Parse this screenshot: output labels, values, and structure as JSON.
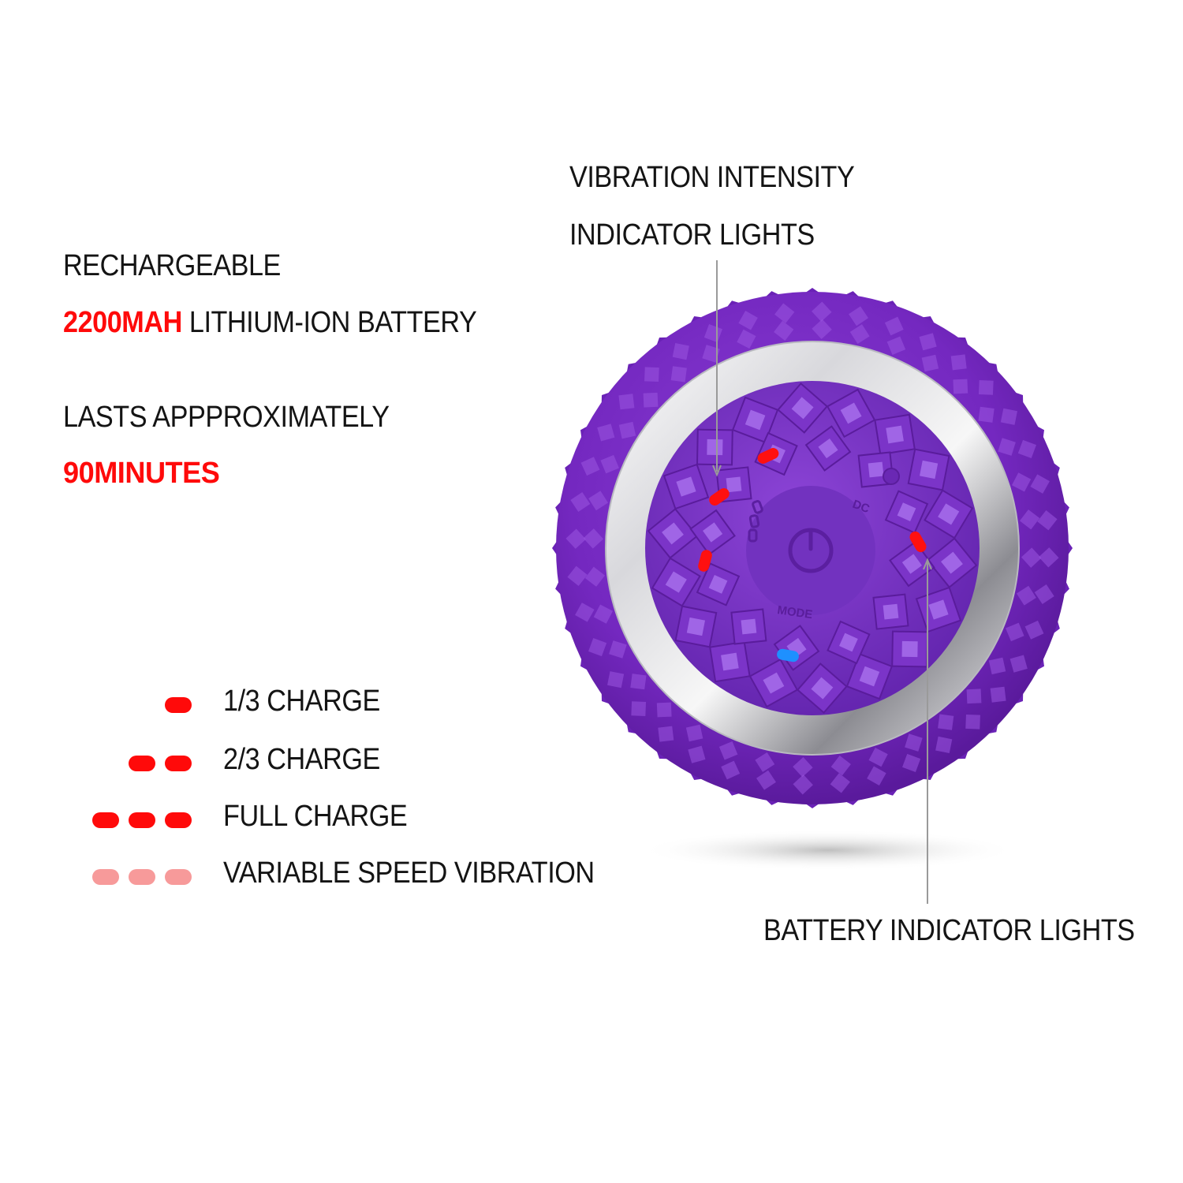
{
  "battery_info": {
    "line1": "RECHARGEABLE",
    "capacity": "2200MAH",
    "line2_rest": " LITHIUM-ION BATTERY",
    "runtime_label": "LASTS APPPROXIMATELY",
    "runtime_value": "90MINUTES"
  },
  "callouts": {
    "vibration_line1": "VIBRATION  INTENSITY",
    "vibration_line2": "INDICATOR LIGHTS",
    "battery_lights": "BATTERY  INDICATOR  LIGHTS"
  },
  "device_labels": {
    "dc": "DC",
    "mode": "MODE"
  },
  "legend": [
    {
      "dots": 1,
      "label": "1/3 CHARGE",
      "color": "#ff0a0a"
    },
    {
      "dots": 2,
      "label": "2/3 CHARGE",
      "color": "#ff0a0a"
    },
    {
      "dots": 3,
      "label": "FULL  CHARGE",
      "color": "#ff0a0a"
    },
    {
      "dots": 3,
      "label": "VARIABLE SPEED VIBRATION",
      "color": "#f79a9a"
    }
  ],
  "colors": {
    "accent_red": "#ff0a0a",
    "soft_red": "#f79a9a",
    "ball_purple": "#7a2fc4",
    "led_blue": "#1e90ff"
  }
}
